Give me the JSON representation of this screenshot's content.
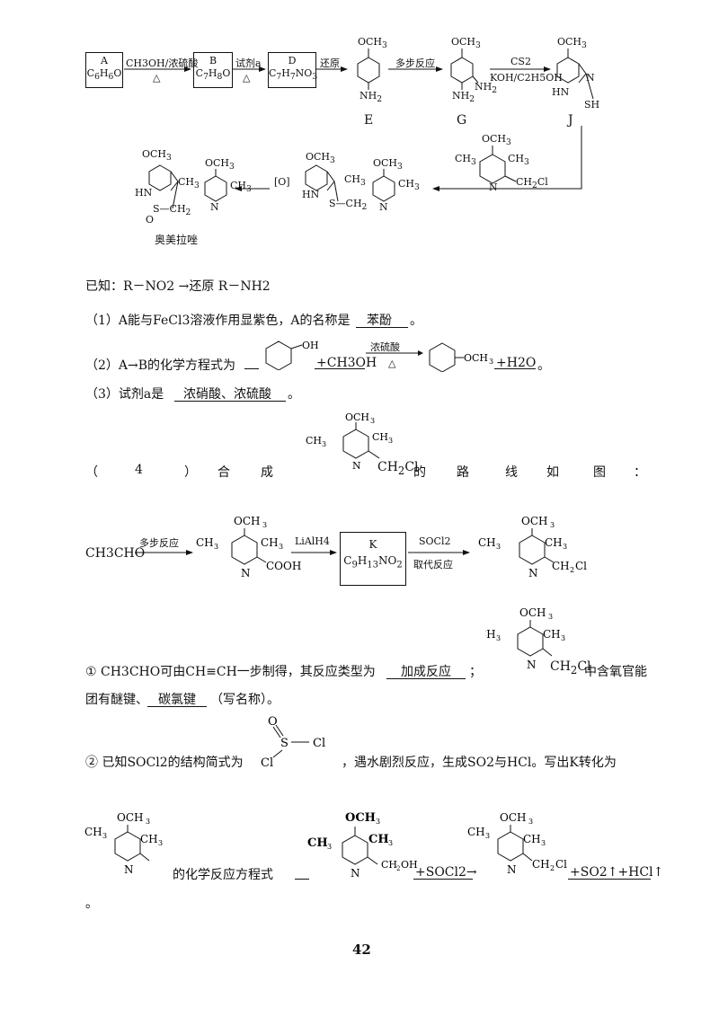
{
  "scheme1": {
    "box_A": {
      "label": "A",
      "formula": "C6H6O"
    },
    "box_B": {
      "label": "B",
      "formula": "C7H8O"
    },
    "box_D": {
      "label": "D",
      "formula": "C7H7NO3"
    },
    "arrow1_top": "CH3OH/浓硫酸",
    "arrow1_bottom": "△",
    "arrow2_top": "试剂a",
    "arrow2_bottom": "△",
    "arrow3_top": "还原",
    "arrow4_top": "多步反应",
    "arrow5_top": "CS2",
    "arrow5_bottom": "KOH/C2H5OH",
    "arrow6_top": "[O]",
    "label_E": "E",
    "label_G": "G",
    "label_J": "J",
    "product_name": "奥美拉唑"
  },
  "known": "已知：R－NO2 →还原 R－NH2",
  "q1": {
    "text": "（1）A能与FeCl3溶液作用显紫色，A的名称是",
    "answer": "苯酚",
    "end": "。"
  },
  "q2": {
    "text": "（2）A→B的化学方程式为",
    "answer_plus": "+CH3OH",
    "arrow_top": "浓硫酸",
    "arrow_bottom": "△",
    "answer_water": "+H2O",
    "end": "。"
  },
  "q3": {
    "text": "（3）试剂a是",
    "answer": "浓硝酸、浓硫酸",
    "end": "。"
  },
  "q4": {
    "chars": [
      "（",
      "4",
      "）",
      "合",
      "成",
      "的",
      "路",
      "线",
      "如",
      "图",
      "："
    ]
  },
  "scheme2": {
    "start": "CH3CHO",
    "arrow1_top": "多步反应",
    "arrow2_top": "LiAlH4",
    "box_K": {
      "label": "K",
      "formula": "C9H13NO2"
    },
    "arrow3_top": "SOCl2",
    "arrow3_bottom": "取代反应"
  },
  "sub1": {
    "text": "① CH3CHO可由CH≡CH一步制得，其反应类型为",
    "answer": "加成反应",
    "mid": "；",
    "tail": "中含氧官能",
    "line2": "团有醚键、",
    "answer2": "碳氯键",
    "line2_end": "（写名称）。"
  },
  "sub2": {
    "text": "② 已知SOCl2的结构简式为",
    "text2": "，遇水剧烈反应，生成SO2与HCl。写出K转化为",
    "line2_mid": "的化学反应方程式",
    "plus_socl2": "+SOCl2→",
    "products": "+SO2↑+HCl↑",
    "end": "。"
  },
  "page_number": "42"
}
